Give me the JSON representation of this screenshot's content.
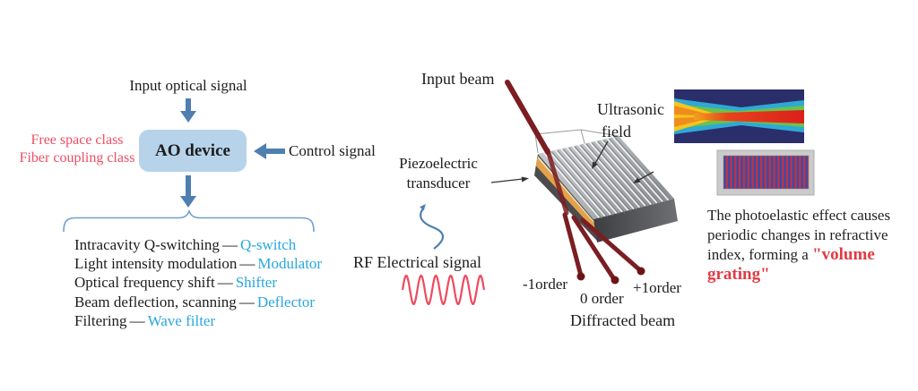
{
  "flowchart": {
    "input_signal": "Input optical signal",
    "device": "AO device",
    "control_signal": "Control signal",
    "class_line1": "Free space class",
    "class_line2": "Fiber coupling class",
    "dash": "—",
    "functions": [
      {
        "function": "Intracavity Q-switching",
        "device": "Q-switch"
      },
      {
        "function": "Light intensity modulation",
        "device": "Modulator"
      },
      {
        "function": "Optical frequency shift",
        "device": "Shifter"
      },
      {
        "function": "Beam deflection, scanning",
        "device": "Deflector"
      },
      {
        "function": "Filtering",
        "device": "Wave filter"
      }
    ]
  },
  "device_diagram": {
    "input_beam": "Input beam",
    "ultrasonic_line1": "Ultrasonic",
    "ultrasonic_line2": "field",
    "piezo_line1": "Piezoelectric",
    "piezo_line2": "transducer",
    "rf_signal": "RF Electrical signal",
    "order_minus1": "-1order",
    "order_zero": "0 order",
    "order_plus1": "+1order",
    "diffracted_beam": "Diffracted beam"
  },
  "caption": {
    "black_text": "The photoelastic effect causes periodic changes in refractive index, forming a ",
    "red_text": "\"volume grating\""
  },
  "colors": {
    "arrow_blue": "#4e7fb0",
    "device_box_fill": "#b7d3ea",
    "brace_blue": "#6fa0cf",
    "term_cyan": "#29a7dd",
    "class_red": "#ee4d63",
    "caption_red": "#e23a44",
    "beam_dark_red": "#7b1d22",
    "wave_red": "#ee4a5e"
  }
}
